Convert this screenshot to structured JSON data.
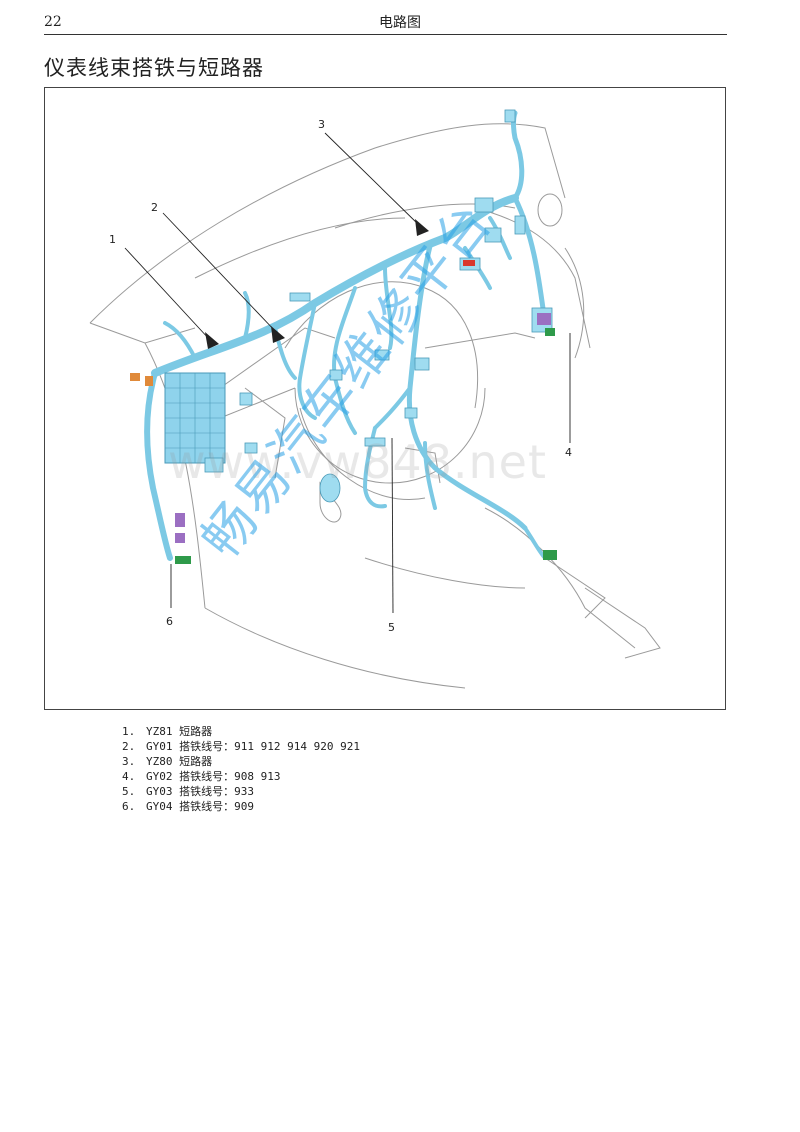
{
  "header": {
    "page_number": "22",
    "title": "电路图"
  },
  "section_title": "仪表线束搭铁与短路器",
  "figure": {
    "callouts": [
      "1",
      "2",
      "3",
      "4",
      "5",
      "6"
    ],
    "watermark_url": "www.vw848.net",
    "watermark_cn": "畅易汽车维修平台",
    "colors": {
      "harness": "#7cc9e4",
      "line_art": "#9a9a9a",
      "marker_purple": "#9b6fc2",
      "marker_green": "#2e9a4a",
      "marker_red": "#d9382d",
      "marker_orange": "#e08a3a"
    }
  },
  "legend": [
    {
      "num": "1.",
      "text": "YZ81 短路器"
    },
    {
      "num": "2.",
      "text": "GY01 搭铁线号：911 912 914 920 921"
    },
    {
      "num": "3.",
      "text": "YZ80 短路器"
    },
    {
      "num": "4.",
      "text": "GY02 搭铁线号：908 913"
    },
    {
      "num": "5.",
      "text": "GY03 搭铁线号：933"
    },
    {
      "num": "6.",
      "text": "GY04 搭铁线号：909"
    }
  ]
}
